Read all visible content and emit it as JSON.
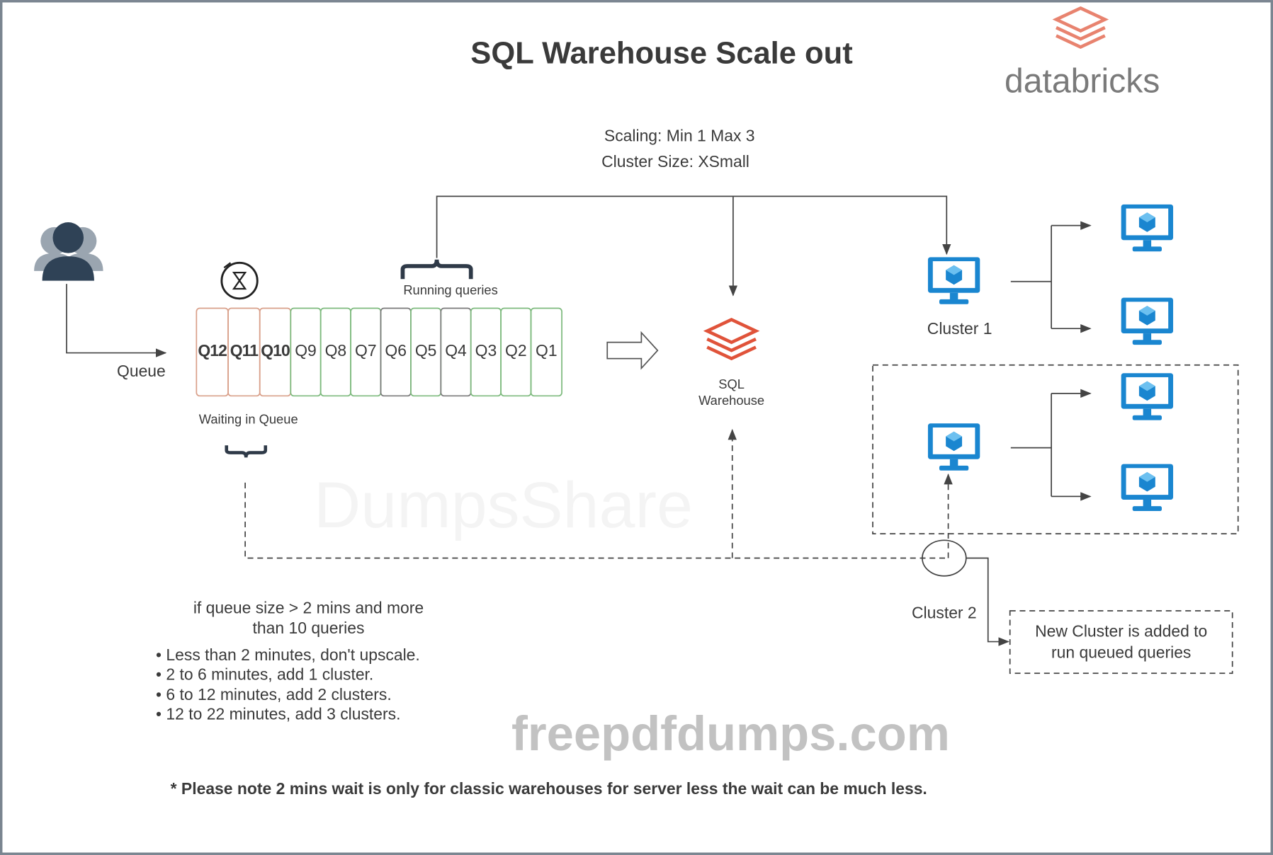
{
  "title": "SQL Warehouse Scale out",
  "logo": {
    "text": "databricks"
  },
  "config": {
    "scaling": "Scaling:  Min 1 Max 3",
    "cluster_size": "Cluster Size: XSmall"
  },
  "queue_label": "Queue",
  "queue": {
    "waiting": [
      "Q12",
      "Q11",
      "Q10"
    ],
    "running": [
      "Q9",
      "Q8",
      "Q7",
      "Q6",
      "Q5",
      "Q4",
      "Q3",
      "Q2",
      "Q1"
    ],
    "running_label": "Running queries",
    "waiting_label": "Waiting in Queue"
  },
  "warehouse": {
    "line1": "SQL",
    "line2": "Warehouse"
  },
  "clusters": {
    "cluster1": "Cluster 1",
    "cluster2": "Cluster 2"
  },
  "new_cluster_note": {
    "line1": "New Cluster is added to",
    "line2": "run queued queries"
  },
  "rules": {
    "condition_line1": "if queue size  > 2 mins and more",
    "condition_line2": "than 10 queries",
    "items": [
      "Less than 2 minutes, don't upscale.",
      "2 to 6 minutes, add 1 cluster.",
      "6 to 12 minutes, add 2 clusters.",
      "12 to 22 minutes, add 3 clusters."
    ]
  },
  "footnote": "* Please note 2 mins wait is only for classic warehouses for server less the wait can be much less.",
  "watermarks": {
    "main": "freepdfdumps.com",
    "faint": "DumpsShare"
  },
  "colors": {
    "waiting_border": "#d9a08a",
    "running_border": "#7dba7d",
    "monitor": "#1a86d0",
    "brand": "#e8836f"
  }
}
